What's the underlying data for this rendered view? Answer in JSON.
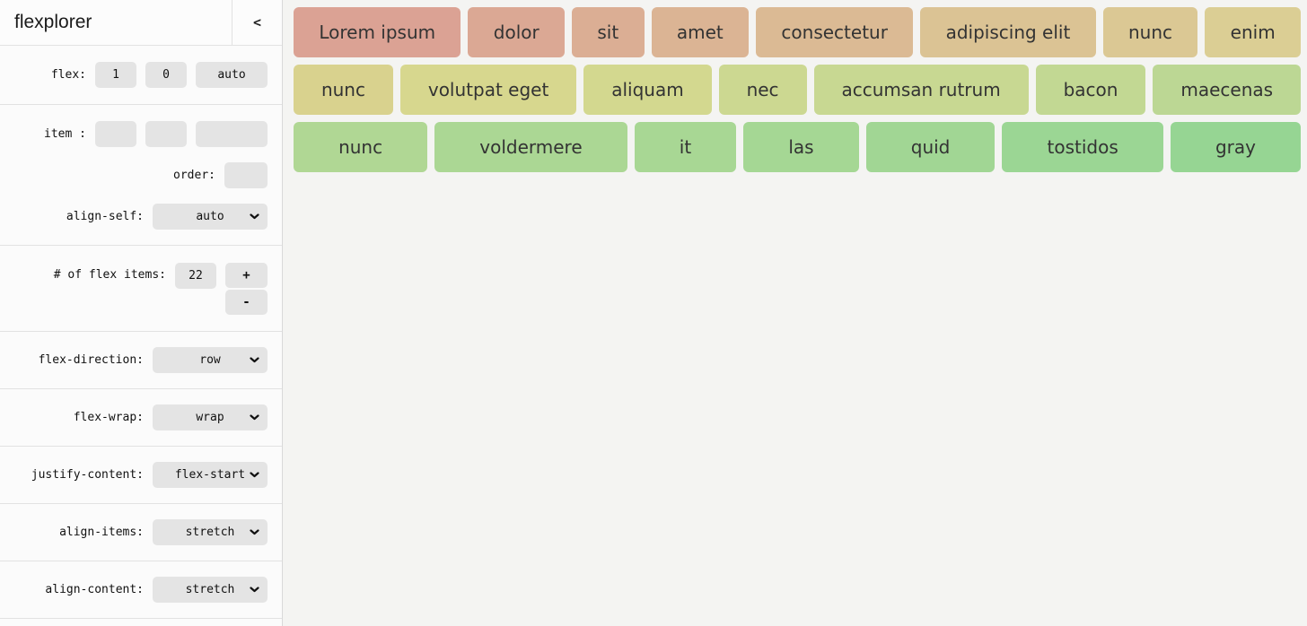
{
  "app": {
    "title": "flexplorer",
    "collapse_label": "<"
  },
  "sidebar": {
    "flex_row": {
      "label": "flex:",
      "values": [
        "1",
        "0",
        "auto"
      ]
    },
    "item_row": {
      "label": "item :",
      "values": [
        "",
        "",
        ""
      ]
    },
    "order_row": {
      "label": "order:",
      "value": ""
    },
    "align_self": {
      "label": "align-self:",
      "value": "auto"
    },
    "count_row": {
      "label": "# of flex items:",
      "value": "22",
      "increment_label": "+",
      "decrement_label": "-"
    },
    "selects": [
      {
        "label": "flex-direction:",
        "value": "row"
      },
      {
        "label": "flex-wrap:",
        "value": "wrap"
      },
      {
        "label": "justify-content:",
        "value": "flex-start"
      },
      {
        "label": "align-items:",
        "value": "stretch"
      },
      {
        "label": "align-content:",
        "value": "stretch"
      }
    ]
  },
  "colors": {
    "control_bg": "#e4e4e4",
    "sidebar_bg": "#fbfbfb",
    "main_bg": "#f4f4f2",
    "divider": "#e2e2e2"
  },
  "main": {
    "items": [
      {
        "label": "Lorem ipsum",
        "color": "#dba294"
      },
      {
        "label": "dolor",
        "color": "#dba894"
      },
      {
        "label": "sit",
        "color": "#dbae94"
      },
      {
        "label": "amet",
        "color": "#dbb494"
      },
      {
        "label": "consectetur",
        "color": "#dbba94"
      },
      {
        "label": "adipiscing elit",
        "color": "#dbc394"
      },
      {
        "label": "nunc",
        "color": "#dbc894"
      },
      {
        "label": "enim",
        "color": "#dbce94"
      },
      {
        "label": "nunc",
        "color": "#d9d28e"
      },
      {
        "label": "volutpat eget",
        "color": "#d7d78e"
      },
      {
        "label": "aliquam",
        "color": "#d3d88f"
      },
      {
        "label": "nec",
        "color": "#ccd891"
      },
      {
        "label": "accumsan rutrum",
        "color": "#c8d892"
      },
      {
        "label": "bacon",
        "color": "#c2d893"
      },
      {
        "label": "maecenas",
        "color": "#bcd794"
      },
      {
        "label": "nunc",
        "color": "#b0d794"
      },
      {
        "label": "voldermere",
        "color": "#abd794"
      },
      {
        "label": "it",
        "color": "#a8d794"
      },
      {
        "label": "las",
        "color": "#a5d794"
      },
      {
        "label": "quid",
        "color": "#a1d694"
      },
      {
        "label": "tostidos",
        "color": "#9bd694"
      },
      {
        "label": "gray",
        "color": "#96d593"
      }
    ]
  }
}
